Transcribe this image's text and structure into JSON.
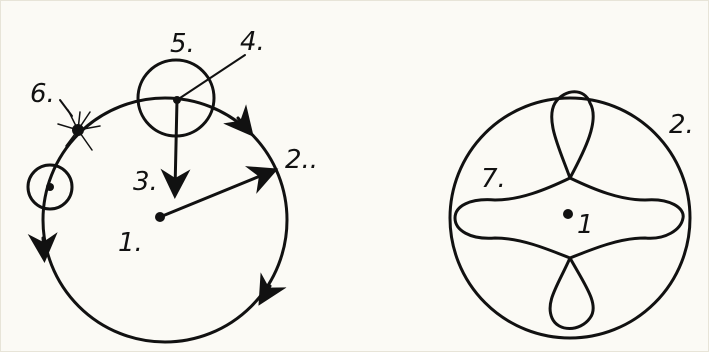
{
  "left_figure": {
    "labels": {
      "center": "1.",
      "big_circle": "2..",
      "inner_radius": "3.",
      "epicycle_center": "4.",
      "epicycle": "5.",
      "contact_point": "6.",
      "small_circle_marker": ""
    }
  },
  "right_figure": {
    "labels": {
      "center": "1",
      "big_circle": "2.",
      "curve": "7."
    }
  },
  "colors": {
    "ink": "#111111",
    "paper": "#fbfaf5"
  }
}
